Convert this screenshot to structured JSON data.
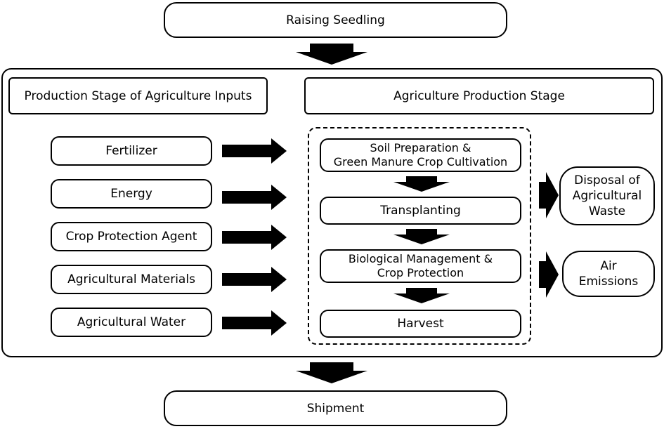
{
  "top_box": "Raising Seedling",
  "bottom_box": "Shipment",
  "left_header": "Production Stage of Agriculture Inputs",
  "right_header": "Agriculture Production Stage",
  "inputs": [
    "Fertilizer",
    "Energy",
    "Crop Protection Agent",
    "Agricultural Materials",
    "Agricultural Water"
  ],
  "steps": [
    "Soil Preparation &\nGreen Manure Crop Cultivation",
    "Transplanting",
    "Biological Management &\nCrop Protection",
    "Harvest"
  ],
  "outputs": [
    "Disposal of\nAgricultural\nWaste",
    "Air\nEmissions"
  ]
}
